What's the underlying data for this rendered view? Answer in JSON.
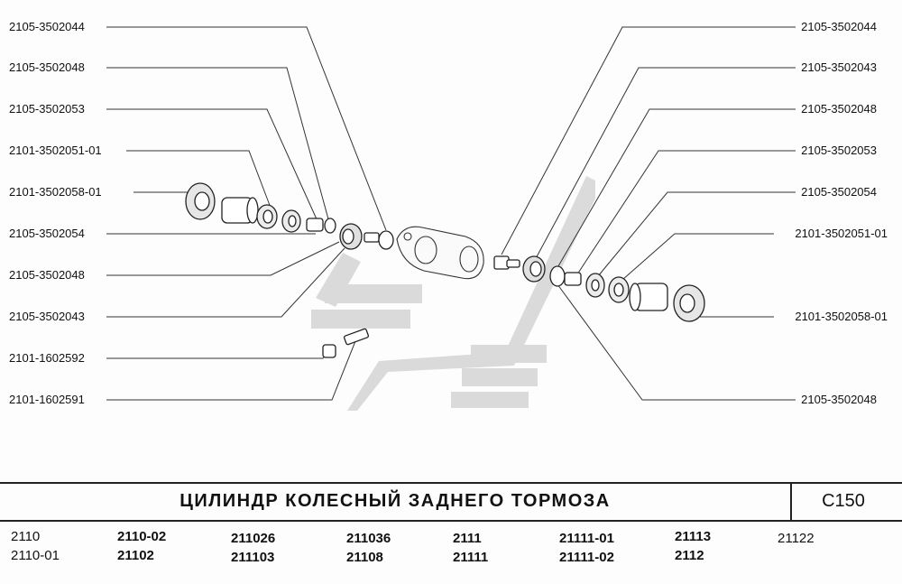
{
  "diagram": {
    "title": "ЦИЛИНДР КОЛЕСНЫЙ ЗАДНЕГО ТОРМОЗА",
    "code": "С150",
    "left_labels": [
      "2105-3502044",
      "2105-3502048",
      "2105-3502053",
      "2101-3502051-01",
      "2101-3502058-01",
      "2105-3502054",
      "2105-3502048",
      "2105-3502043",
      "2101-1602592",
      "2101-1602591"
    ],
    "right_labels": [
      "2105-3502044",
      "2105-3502043",
      "2105-3502048",
      "2105-3502053",
      "2105-3502054",
      "2101-3502051-01",
      "2101-3502058-01",
      "2105-3502048"
    ]
  },
  "models": {
    "col1": [
      "2110",
      "2110-01"
    ],
    "col2": [
      "2110-02",
      "21102"
    ],
    "col3": [
      "211026",
      "211103"
    ],
    "col4": [
      "211036",
      "21108"
    ],
    "col5": [
      "2111",
      "21111"
    ],
    "col6": [
      "21111-01",
      "21111-02"
    ],
    "col7": [
      "21113",
      "2112"
    ],
    "col8": [
      "21122"
    ]
  }
}
